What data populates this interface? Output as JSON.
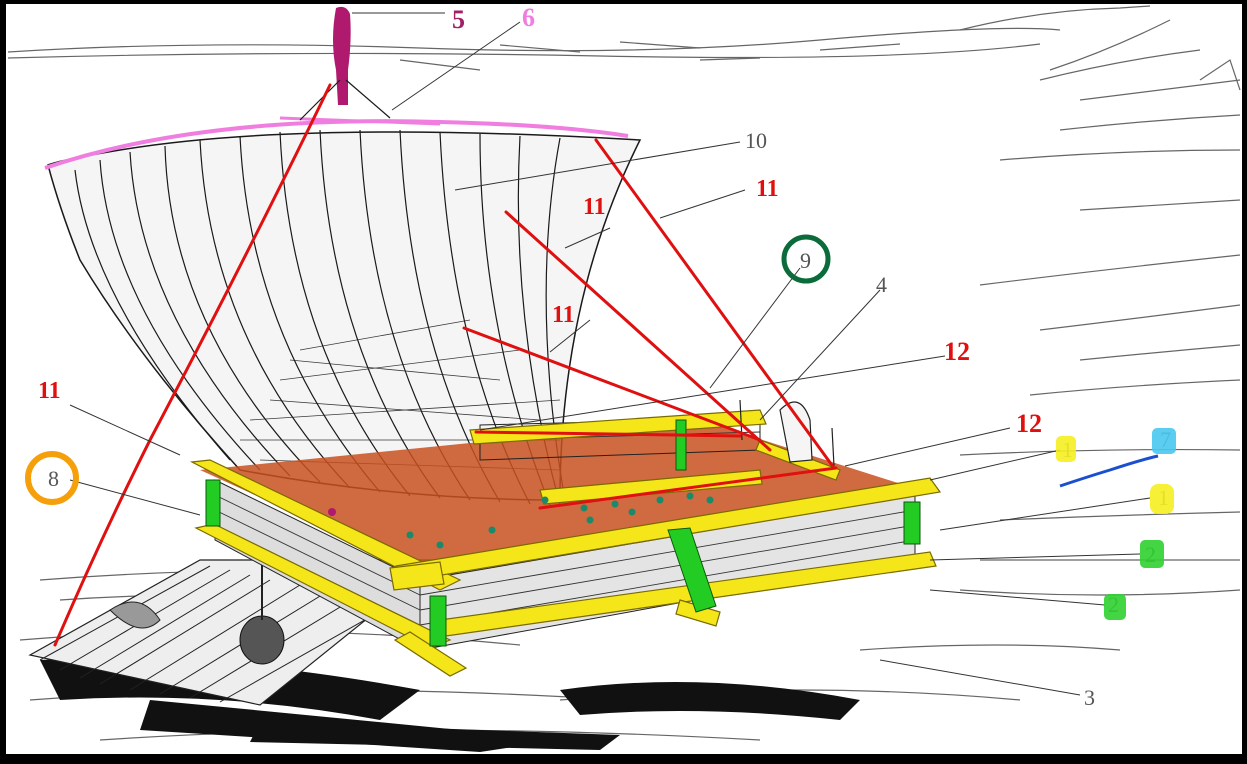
{
  "printed_labels": [
    "10",
    "4",
    "8",
    "9",
    "7",
    "1",
    "1",
    "2",
    "2",
    "3"
  ],
  "handwritten_labels": [
    "5",
    "6",
    "11",
    "11",
    "11",
    "11",
    "12",
    "12",
    "1",
    "1",
    "2",
    "2",
    "7",
    "9",
    "8"
  ],
  "colors": {
    "background": "#ffffff",
    "frame": "#000000",
    "line_art": "#1a1a1a",
    "yard_highlight": "#f07ee0",
    "mast_top": "#b01a6e",
    "rigging_red": "#e01010",
    "beams_yellow": "#f5e619",
    "uprights_green": "#22cc22",
    "deck_orange": "#c8501e",
    "dots_teal": "#1a8a6a",
    "circle_green": "#0b6b3a",
    "circle_orange": "#f5a00a",
    "badge_yellow": "#f5ee20",
    "badge_green": "#2fd02f",
    "badge_blue": "#48c8f0",
    "line_blue": "#1a50d0",
    "label_pink": "#f07ee0",
    "label_purple": "#a0206a"
  }
}
